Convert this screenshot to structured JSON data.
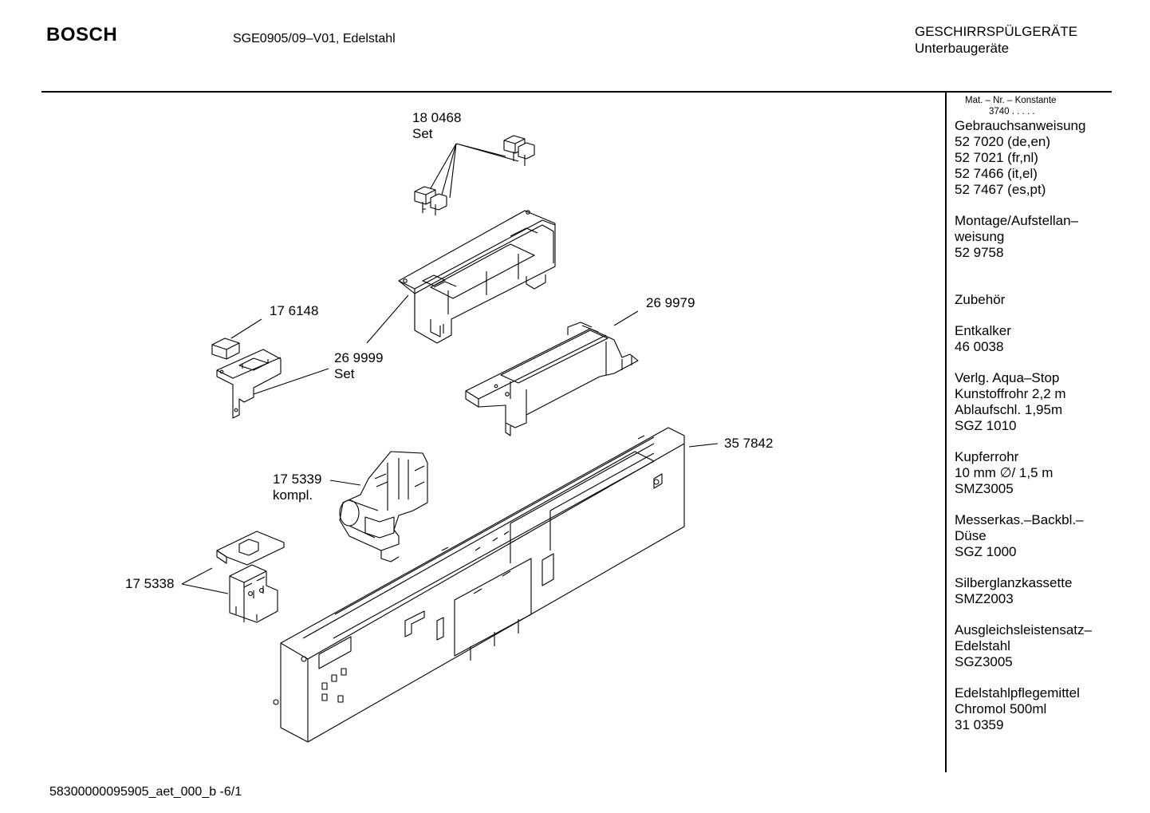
{
  "header": {
    "brand": "BOSCH",
    "model": "SGE0905/09–V01, Edelstahl",
    "category": "GESCHIRRSPÜLGERÄTE",
    "subcategory": "Unterbaugeräte"
  },
  "sidebar": {
    "constant_label": "Mat. – Nr. – Konstante",
    "constant_value": "3740 .   .   .   .   .",
    "groups": [
      [
        "Gebrauchsanweisung",
        "52 7020 (de,en)",
        "52 7021 (fr,nl)",
        "52 7466 (it,el)",
        "52 7467 (es,pt)"
      ],
      [
        "Montage/Aufstellan–",
        "weisung",
        "52 9758"
      ],
      [
        "Zubehör"
      ],
      [
        "Entkalker",
        "46 0038"
      ],
      [
        "Verlg. Aqua–Stop",
        "Kunstoffrohr 2,2 m",
        "Ablaufschl. 1,95m",
        "SGZ 1010"
      ],
      [
        "Kupferrohr",
        "10 mm ∅/ 1,5 m",
        "SMZ3005"
      ],
      [
        "Messerkas.–Backbl.–",
        "Düse",
        "SGZ 1000"
      ],
      [
        "Silberglanzkassette",
        "SMZ2003"
      ],
      [
        "Ausgleichsleistensatz–",
        "Edelstahl",
        "SGZ3005"
      ],
      [
        "Edelstahlpflegemittel",
        "Chromol  500ml",
        "31 0359"
      ]
    ]
  },
  "parts": [
    {
      "id": "part-180468",
      "number": "18 0468",
      "note": "Set"
    },
    {
      "id": "part-176148",
      "number": "17 6148",
      "note": ""
    },
    {
      "id": "part-269999",
      "number": "26 9999",
      "note": "Set"
    },
    {
      "id": "part-269979",
      "number": "26 9979",
      "note": ""
    },
    {
      "id": "part-357842",
      "number": "35 7842",
      "note": ""
    },
    {
      "id": "part-175339",
      "number": "17 5339",
      "note": "kompl."
    },
    {
      "id": "part-175338",
      "number": "17 5338",
      "note": ""
    }
  ],
  "footer": {
    "document_id": "58300000095905_aet_000_b   -6/1"
  }
}
